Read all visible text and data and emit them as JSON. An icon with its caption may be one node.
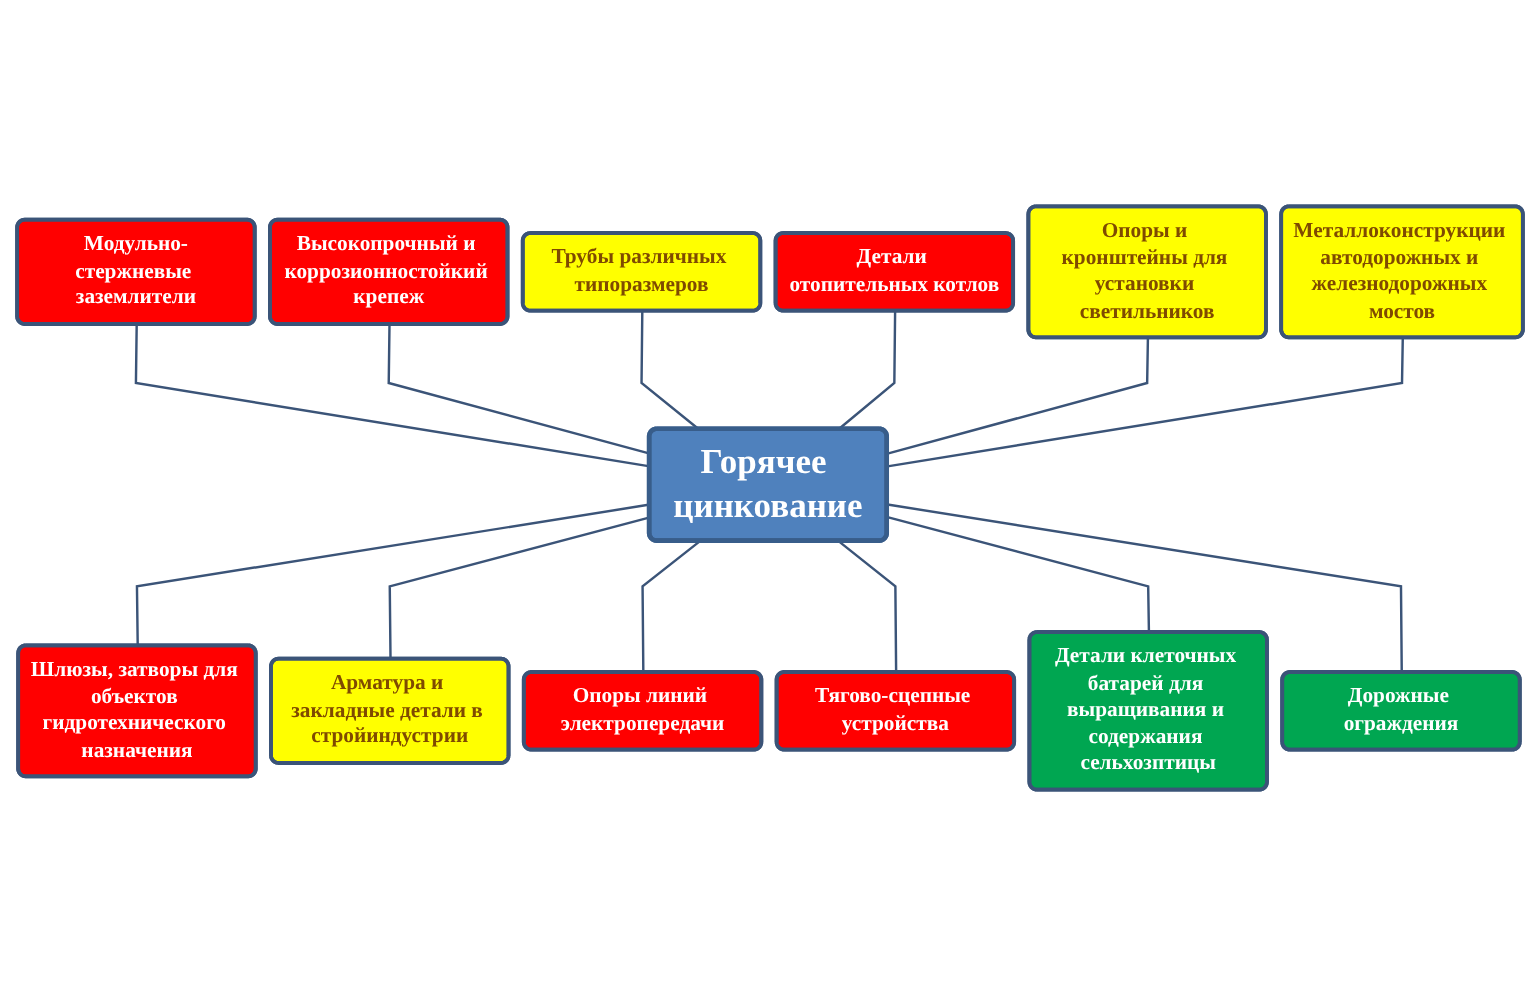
{
  "diagram": {
    "nodes": [
      {
        "text": [
          "Горячее цинкование"
        ]
      },
      {
        "text": [
          "Высокопрочный и коррозионностойкий крепеж"
        ]
      },
      {
        "text": [
          "Трубы различных типоразмеров"
        ]
      },
      {
        "text": [
          "Детали отопительных котлов"
        ]
      },
      {
        "text": [
          "Опоры и кронштейны для установки светильников"
        ]
      },
      {
        "text": [
          "Металлоконструкции автодорожных и железнодорожных мостов"
        ]
      },
      {
        "text": [
          "Дорожные ограждения"
        ]
      },
      {
        "text": [
          "Детали клеточных батарей для выращивания и содержания сельхозптицы"
        ]
      },
      {
        "text": [
          "Тягово-сцепные устройства"
        ]
      },
      {
        "text": [
          "Опоры линий электропередачи"
        ]
      },
      {
        "text": [
          "Арматура и закладные детали в стройиндустрии"
        ]
      },
      {
        "text": [
          "Шлюзы, затворы для объектов гидротехнического назначения"
        ]
      },
      {
        "text": [
          "Модульно-стержневые заземлители"
        ]
      }
    ],
    "edges": [
      {
        "from": 12,
        "to": 0,
        "arrow": "none"
      },
      {
        "from": 1,
        "to": 0,
        "arrow": "none"
      },
      {
        "from": 2,
        "to": 0,
        "arrow": "none"
      },
      {
        "from": 3,
        "to": 0,
        "arrow": "none"
      },
      {
        "from": 4,
        "to": 0,
        "arrow": "none"
      },
      {
        "from": 5,
        "to": 0,
        "arrow": "none"
      },
      {
        "from": 0,
        "to": 11,
        "arrow": "none"
      },
      {
        "from": 0,
        "to": 10,
        "arrow": "none"
      },
      {
        "from": 0,
        "to": 9,
        "arrow": "none"
      },
      {
        "from": 0,
        "to": 8,
        "arrow": "none"
      },
      {
        "from": 0,
        "to": 7,
        "arrow": "none"
      },
      {
        "from": 0,
        "to": 6,
        "arrow": "none"
      }
    ]
  }
}
